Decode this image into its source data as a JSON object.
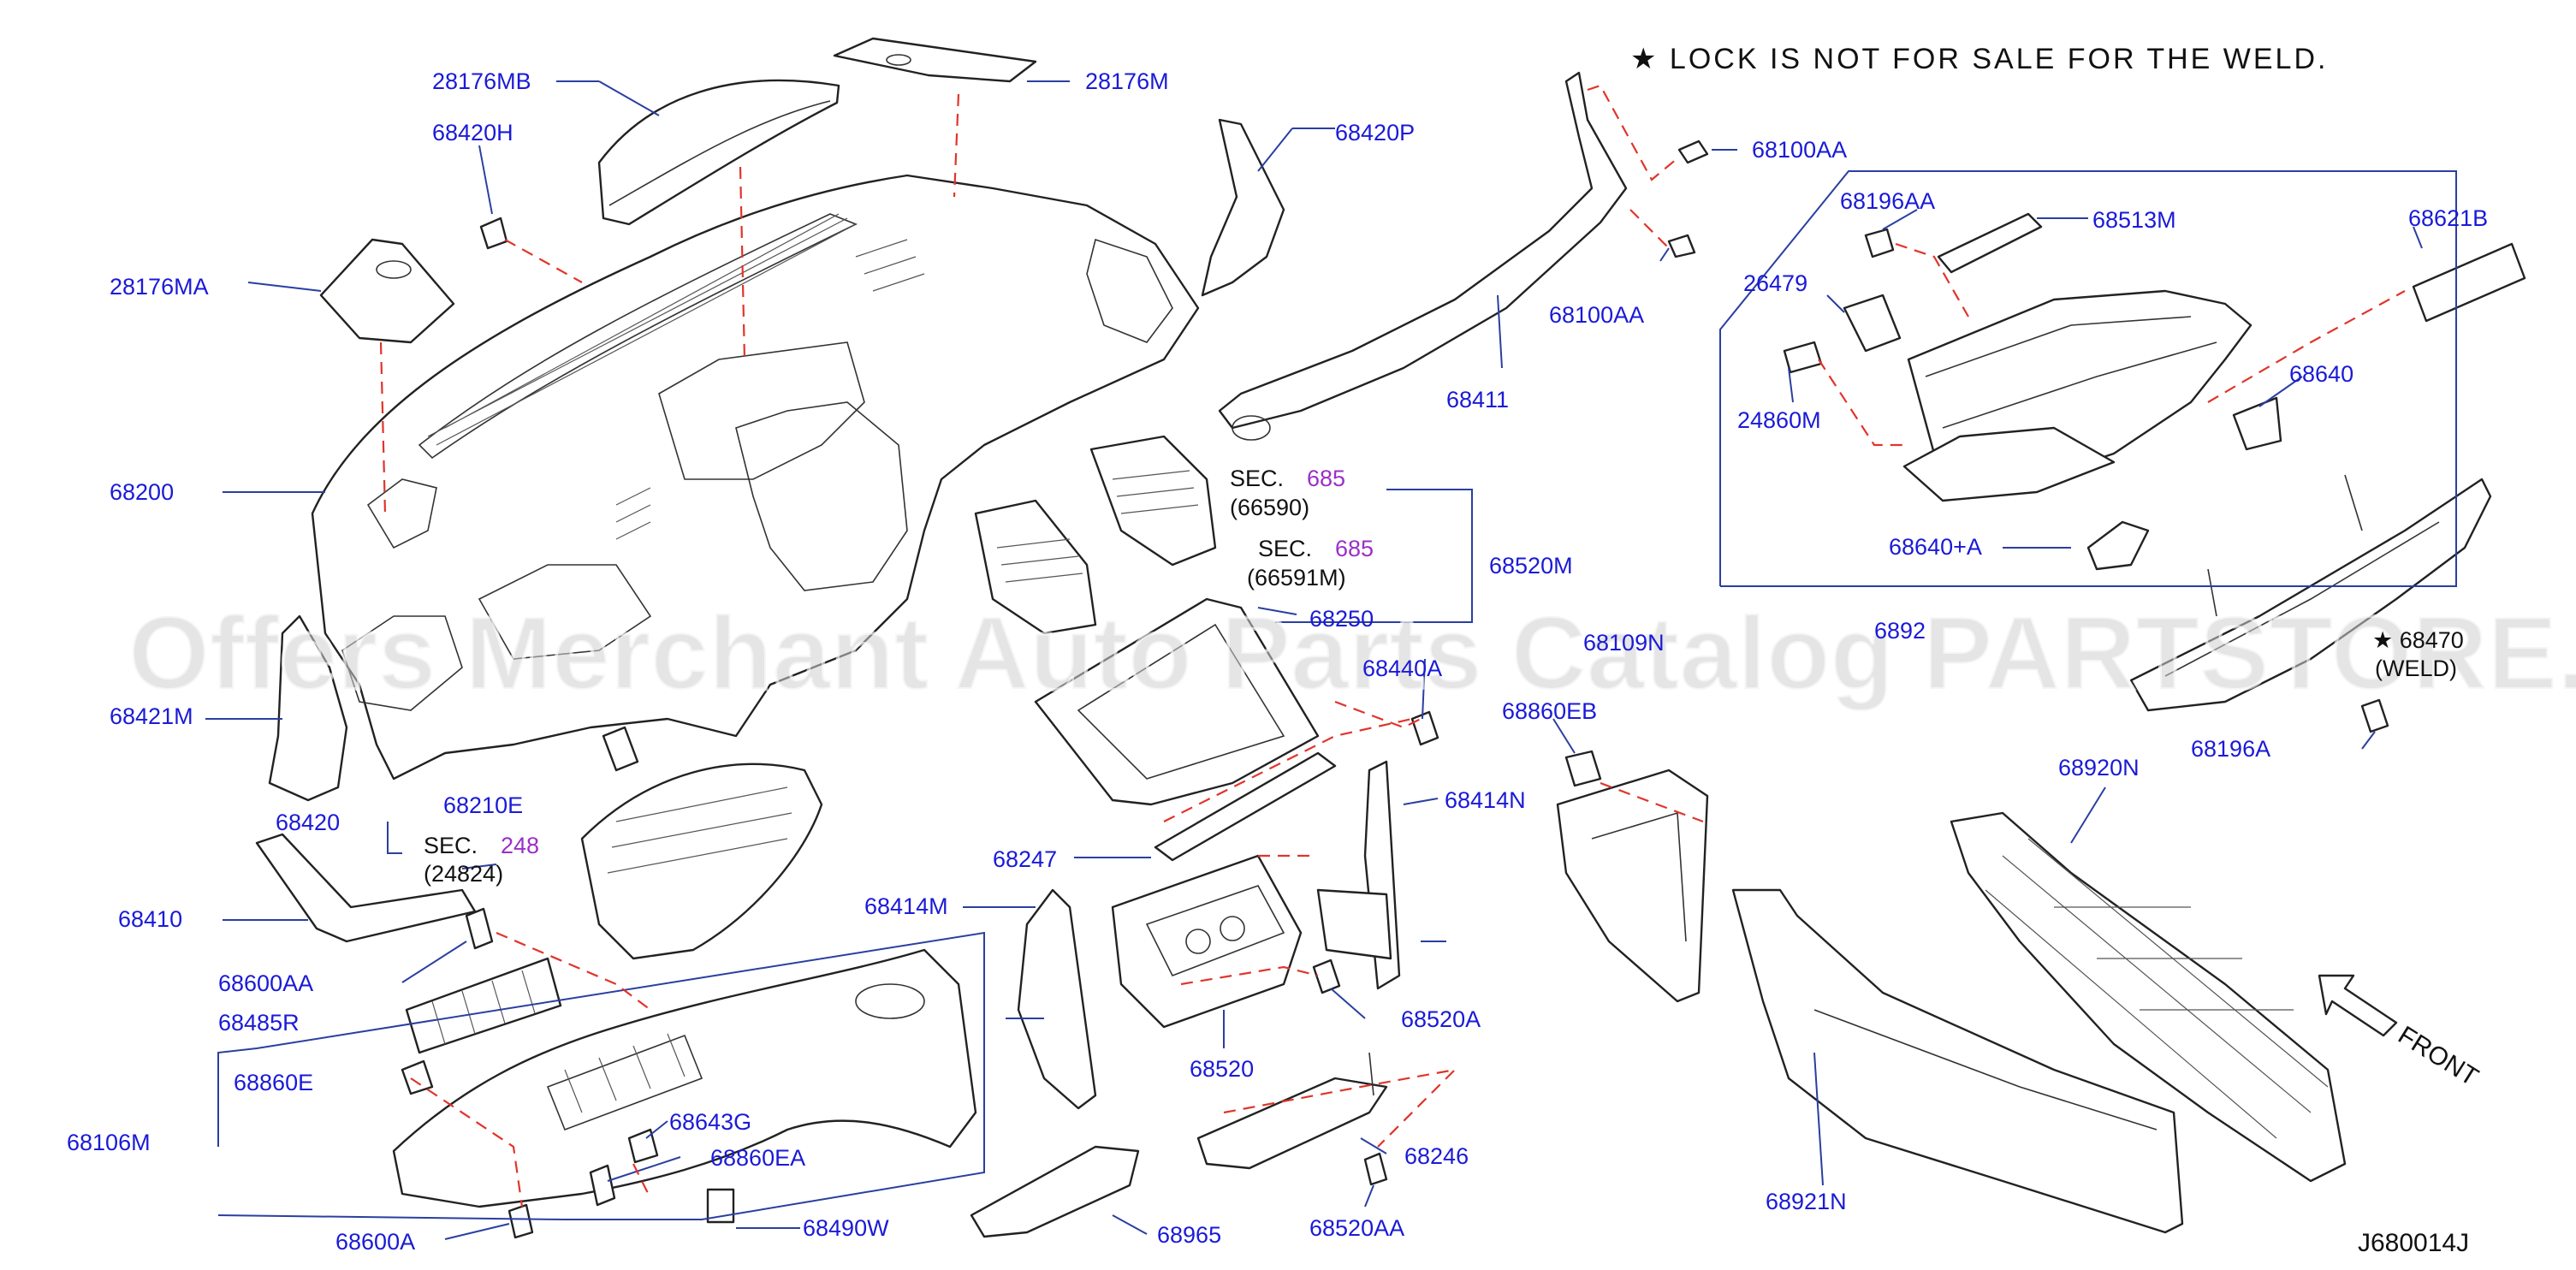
{
  "note": "★ LOCK IS NOT FOR SALE FOR THE WELD.",
  "diagram_code": "J680014J",
  "front_label": "FRONT",
  "watermark": "Offers Merchant Auto Parts Catalog PARTSTORE.CA",
  "labels": {
    "l_28176MB": "28176MB",
    "l_28176M": "28176M",
    "l_68420H": "68420H",
    "l_68420P": "68420P",
    "l_28176MA": "28176MA",
    "l_68100AA_top": "68100AA",
    "l_68100AA_mid": "68100AA",
    "l_68196AA": "68196AA",
    "l_68513M": "68513M",
    "l_68621B": "68621B",
    "l_26479": "26479",
    "l_24860M": "24860M",
    "l_68640": "68640",
    "l_68411": "68411",
    "l_68200": "68200",
    "l_68520M": "68520M",
    "l_68640A": "68640+A",
    "l_68250": "68250",
    "l_68921_partial": "6892",
    "l_68421M": "68421M",
    "l_68440A_partial": "68440A",
    "l_68860EB": "68860EB",
    "l_68196A": "68196A",
    "l_68210E": "68210E",
    "l_68414N": "68414N",
    "l_68420": "68420",
    "l_68920N": "68920N",
    "l_68247": "68247",
    "l_68410": "68410",
    "l_68414M": "68414M",
    "l_68600AA": "68600AA",
    "l_68485R": "68485R",
    "l_68520A": "68520A",
    "l_68520": "68520",
    "l_68860E": "68860E",
    "l_68106M": "68106M",
    "l_68643G": "68643G",
    "l_68860EA": "68860EA",
    "l_68246": "68246",
    "l_68921N": "68921N",
    "l_68600A": "68600A",
    "l_68490W": "68490W",
    "l_68965": "68965",
    "l_68520AA": "68520AA",
    "l_68109N_partial": "68109N",
    "l_68470_star": "★ 68470",
    "l_weld_partial": "(WELD)"
  },
  "sections": {
    "s1": {
      "prefix": "SEC.",
      "num": "685",
      "sub": "(66590)"
    },
    "s2": {
      "prefix": "SEC.",
      "num": "685",
      "sub": "(66591M)"
    },
    "s3": {
      "prefix": "SEC.",
      "num": "248",
      "sub": "(24824)"
    }
  }
}
